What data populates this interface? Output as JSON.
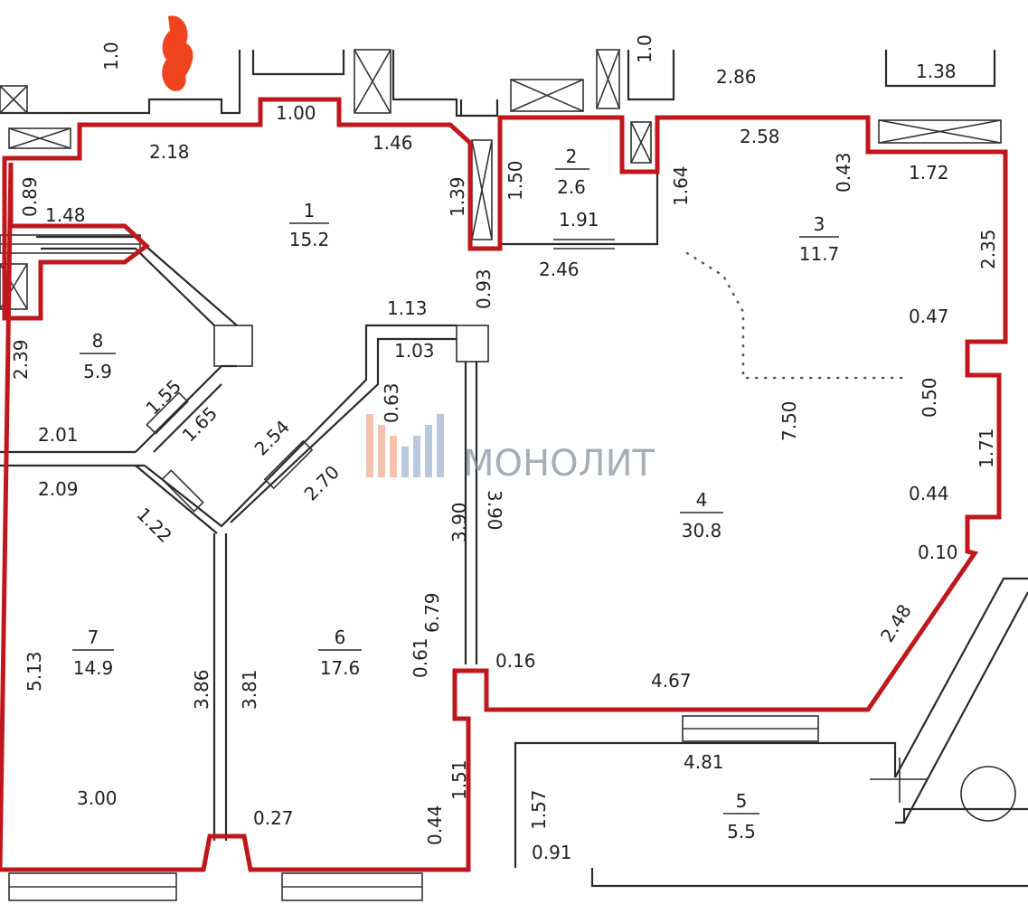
{
  "watermark": {
    "text": "МОНОЛИТ",
    "color": "#8a94a0",
    "logo_colors": [
      "#f2a88c",
      "#9bb0cf"
    ]
  },
  "colors": {
    "outline": "#c0171c",
    "walls": "#2a2a2a",
    "marker": "#f0441e"
  },
  "rooms": [
    {
      "id": "1",
      "number": "1",
      "area": "15.2"
    },
    {
      "id": "2",
      "number": "2",
      "area": "2.6"
    },
    {
      "id": "3",
      "number": "3",
      "area": "11.7"
    },
    {
      "id": "4",
      "number": "4",
      "area": "30.8"
    },
    {
      "id": "5",
      "number": "5",
      "area": "5.5"
    },
    {
      "id": "6",
      "number": "6",
      "area": "17.6"
    },
    {
      "id": "7",
      "number": "7",
      "area": "14.9"
    },
    {
      "id": "8",
      "number": "8",
      "area": "5.9"
    }
  ],
  "dimensions": [
    "1.00",
    "2.18",
    "1.46",
    "0.89",
    "1.48",
    "1.39",
    "1.50",
    "1.91",
    "1.64",
    "2.86",
    "1.38",
    "2.58",
    "0.43",
    "1.72",
    "2.35",
    "2.46",
    "0.93",
    "1.13",
    "1.03",
    "0.63",
    "0.47",
    "0.50",
    "7.50",
    "1.71",
    "0.44",
    "0.10",
    "2.48",
    "2.39",
    "1.55",
    "1.65",
    "2.01",
    "2.09",
    "2.54",
    "2.70",
    "1.22",
    "3.90",
    "3.90",
    "6.79",
    "0.61",
    "0.16",
    "4.67",
    "4.81",
    "5.13",
    "3.86",
    "3.81",
    "3.00",
    "0.27",
    "1.51",
    "0.44",
    "1.57",
    "0.91",
    "1.0",
    "1.0"
  ]
}
